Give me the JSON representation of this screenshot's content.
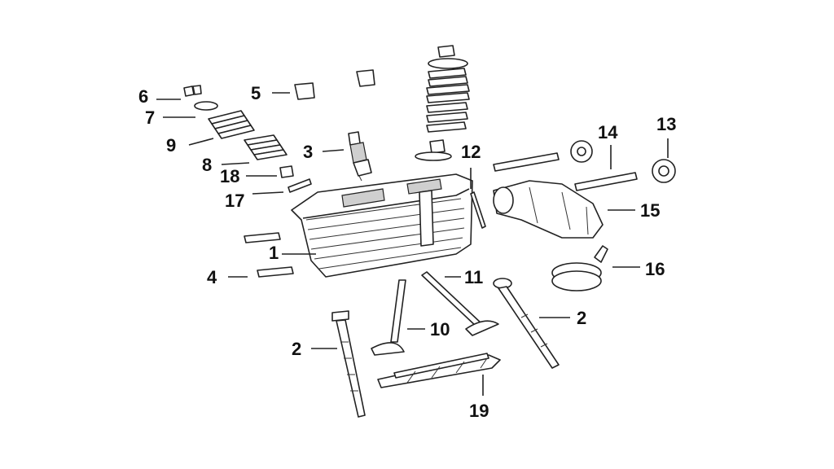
{
  "diagram": {
    "labels": {
      "p1": "1",
      "p2a": "2",
      "p2b": "2",
      "p3": "3",
      "p4": "4",
      "p5": "5",
      "p6": "6",
      "p7": "7",
      "p8": "8",
      "p9": "9",
      "p10": "10",
      "p11": "11",
      "p12": "12",
      "p13": "13",
      "p14": "14",
      "p15": "15",
      "p16": "16",
      "p17": "17",
      "p18": "18",
      "p19": "19"
    }
  }
}
